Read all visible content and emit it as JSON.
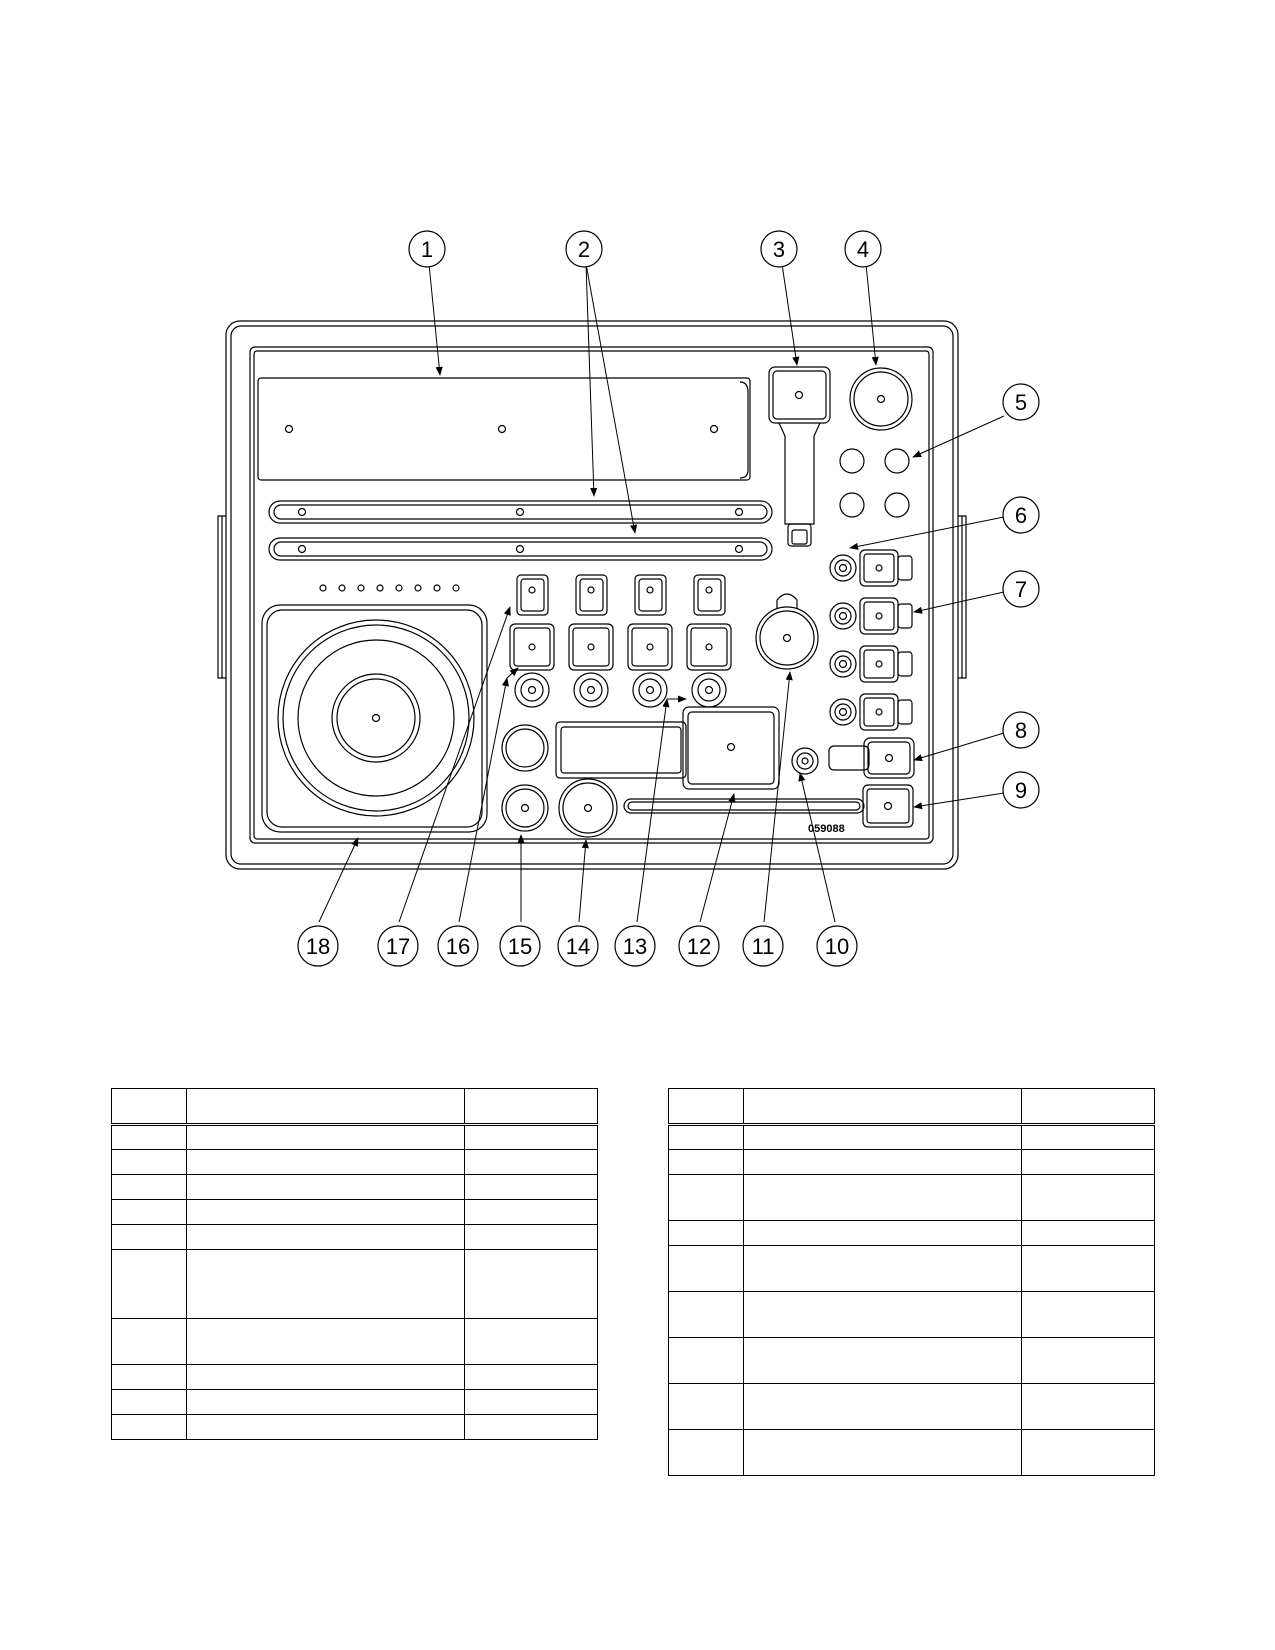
{
  "diagram": {
    "drawing_number": "059088",
    "callouts": [
      "1",
      "2",
      "3",
      "4",
      "5",
      "6",
      "7",
      "8",
      "9",
      "10",
      "11",
      "12",
      "13",
      "14",
      "15",
      "16",
      "17",
      "18"
    ]
  },
  "tables": {
    "left": {
      "row_heights": [
        "h1",
        "h1",
        "h1",
        "h1",
        "h1",
        "h3",
        "h2",
        "h1",
        "h1",
        "h1"
      ]
    },
    "right": {
      "row_heights": [
        "h1",
        "h1",
        "h2",
        "h1",
        "h2",
        "h2",
        "h2",
        "h2",
        "h2"
      ]
    }
  }
}
